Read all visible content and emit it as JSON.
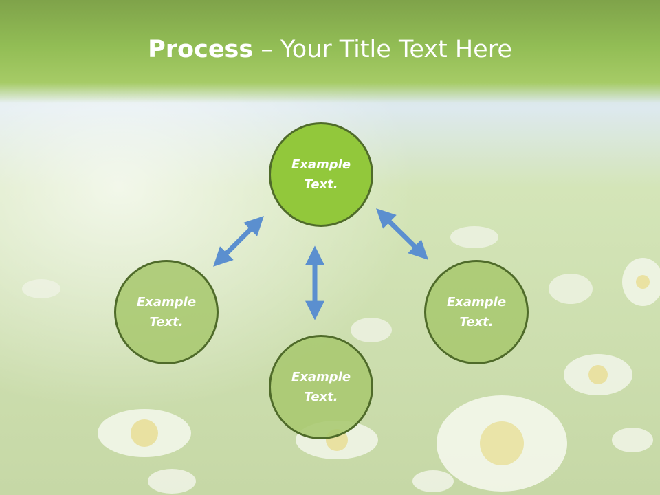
{
  "slide": {
    "title_bold": "Process",
    "title_rest": " – Your Title Text Here"
  },
  "diagram": {
    "nodes": [
      {
        "id": "top",
        "line1": "Example",
        "line2": "Text."
      },
      {
        "id": "left",
        "line1": "Example",
        "line2": "Text."
      },
      {
        "id": "right",
        "line1": "Example",
        "line2": "Text."
      },
      {
        "id": "bottom",
        "line1": "Example",
        "line2": "Text."
      }
    ],
    "connectors": [
      {
        "from": "left",
        "to": "top",
        "type": "bidirectional-arrow"
      },
      {
        "from": "top",
        "to": "right",
        "type": "bidirectional-arrow"
      },
      {
        "from": "top",
        "to": "bottom",
        "type": "bidirectional-arrow"
      }
    ]
  },
  "colors": {
    "title_bar": "#8fba55",
    "active_node": "#92c83b",
    "node": "#a8c870",
    "node_border": "#4f6b2a",
    "arrow": "#5b8fcf",
    "text": "#ffffff"
  }
}
